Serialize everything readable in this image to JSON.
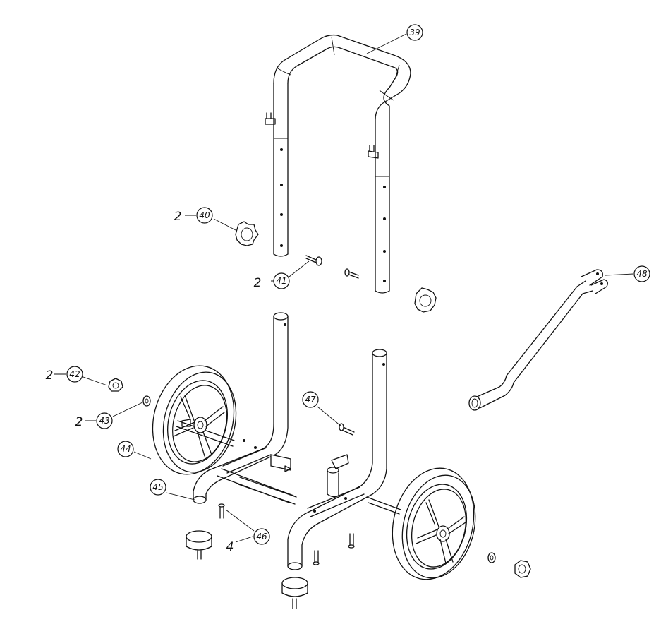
{
  "callouts": {
    "c39": {
      "num": "39",
      "qty": ""
    },
    "c40": {
      "num": "40",
      "qty": "2"
    },
    "c41": {
      "num": "41",
      "qty": "2"
    },
    "c42": {
      "num": "42",
      "qty": "2"
    },
    "c43": {
      "num": "43",
      "qty": "2"
    },
    "c44": {
      "num": "44",
      "qty": ""
    },
    "c45": {
      "num": "45",
      "qty": ""
    },
    "c46": {
      "num": "46",
      "qty": "4"
    },
    "c47": {
      "num": "47",
      "qty": ""
    },
    "c48": {
      "num": "48",
      "qty": ""
    }
  }
}
